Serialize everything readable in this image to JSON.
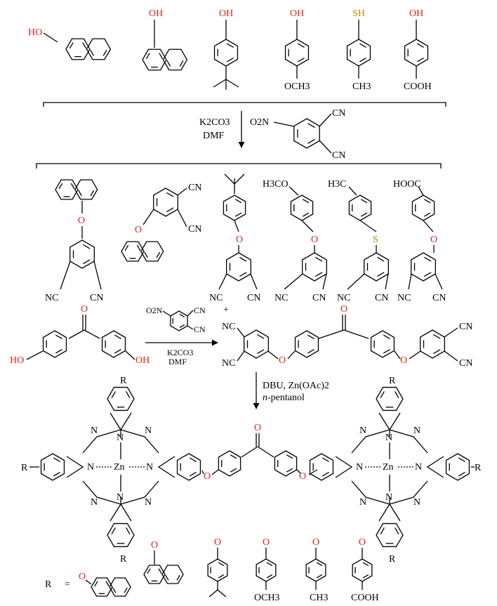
{
  "colors": {
    "heteroatom": "#e0251b",
    "sulfur": "#b88a00",
    "ink": "#000000"
  },
  "reactants_row": [
    {
      "label": "HO"
    },
    {
      "label": "OH"
    },
    {
      "label": "OH"
    },
    {
      "label": "OH",
      "bottom": "OCH3"
    },
    {
      "label": "SH",
      "bottom": "CH3"
    },
    {
      "label": "OH",
      "bottom": "COOH"
    }
  ],
  "step1": {
    "reagent1": "K2CO3",
    "reagent2": "DMF",
    "nitro": "O2N",
    "cn": "CN"
  },
  "row2": {
    "cn": "CN",
    "nc": "NC",
    "o": "O",
    "s": "S",
    "top_groups": [
      "H3CO",
      "H3C",
      "HOOC"
    ]
  },
  "step2": {
    "ho_left": "HO",
    "oh_right": "OH",
    "o_ketone": "O",
    "plus": "+",
    "nitro": "O2N",
    "reagent1": "K2CO3",
    "reagent2": "DMF",
    "nc": "NC",
    "cn": "CN",
    "o": "O"
  },
  "step3": {
    "reagent1": "DBU, Zn(OAc)2",
    "reagent2_italic": "n",
    "reagent2_rest": "-pentanol"
  },
  "pc": {
    "r": "R",
    "n": "N",
    "zn": "Zn",
    "o": "O"
  },
  "legend": {
    "r": "R",
    "eq": "=",
    "o": "O",
    "bottoms": [
      "OCH3",
      "CH3",
      "COOH"
    ]
  }
}
